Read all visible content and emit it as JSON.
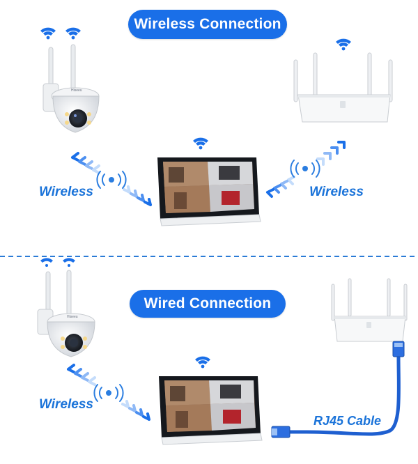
{
  "top": {
    "title": "Wireless Connection",
    "label_left": "Wireless",
    "label_right": "Wireless"
  },
  "bottom": {
    "title": "Wired Connection",
    "label_left": "Wireless",
    "cable_label": "RJ45 Cable"
  },
  "colors": {
    "accent": "#1a6fe8",
    "label": "#1a73d9",
    "divider": "#2b7bd6",
    "cable": "#1e5fd0"
  },
  "icons": [
    "wifi-icon",
    "camera",
    "router",
    "monitor",
    "signal-arrows",
    "rj45-connector"
  ]
}
